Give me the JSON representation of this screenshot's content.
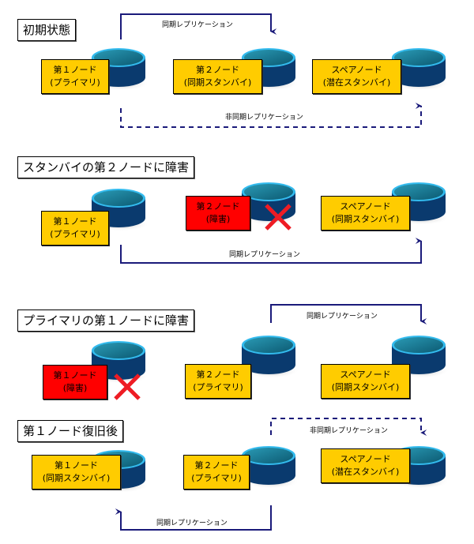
{
  "colors": {
    "node_ok": "#ffcc00",
    "node_fail": "#ff0000",
    "line": "#1a1a7a",
    "disk_body": "#0a3a6e",
    "disk_rim": "#33bbee"
  },
  "scenarios": [
    {
      "title": "初期状態",
      "nodes": [
        {
          "line1": "第１ノード",
          "line2": "(プライマリ)",
          "status": "ok"
        },
        {
          "line1": "第２ノード",
          "line2": "(同期スタンバイ)",
          "status": "ok"
        },
        {
          "line1": "スペアノード",
          "line2": "(潜在スタンバイ)",
          "status": "ok"
        }
      ],
      "replications": [
        {
          "label": "同期レプリケーション",
          "type": "sync",
          "from": "node1",
          "to": "node2"
        },
        {
          "label": "非同期レプリケーション",
          "type": "async",
          "from": "node1",
          "to": "spare"
        }
      ]
    },
    {
      "title": "スタンバイの第２ノードに障害",
      "nodes": [
        {
          "line1": "第１ノード",
          "line2": "(プライマリ)",
          "status": "ok"
        },
        {
          "line1": "第２ノード",
          "line2": "(障害)",
          "status": "failed"
        },
        {
          "line1": "スペアノード",
          "line2": "(同期スタンバイ)",
          "status": "ok"
        }
      ],
      "replications": [
        {
          "label": "同期レプリケーション",
          "type": "sync",
          "from": "node1",
          "to": "spare"
        }
      ]
    },
    {
      "title": "プライマリの第１ノードに障害",
      "nodes": [
        {
          "line1": "第１ノード",
          "line2": "(障害)",
          "status": "failed"
        },
        {
          "line1": "第２ノード",
          "line2": "(プライマリ)",
          "status": "ok"
        },
        {
          "line1": "スペアノード",
          "line2": "(同期スタンバイ)",
          "status": "ok"
        }
      ],
      "replications": [
        {
          "label": "同期レプリケーション",
          "type": "sync",
          "from": "node2",
          "to": "spare"
        }
      ]
    },
    {
      "title": "第１ノード復旧後",
      "nodes": [
        {
          "line1": "第１ノード",
          "line2": "(同期スタンバイ)",
          "status": "ok"
        },
        {
          "line1": "第２ノード",
          "line2": "(プライマリ)",
          "status": "ok"
        },
        {
          "line1": "スペアノード",
          "line2": "(潜在スタンバイ)",
          "status": "ok"
        }
      ],
      "replications": [
        {
          "label": "非同期レプリケーション",
          "type": "async",
          "from": "node2",
          "to": "spare"
        },
        {
          "label": "同期レプリケーション",
          "type": "sync",
          "from": "node2",
          "to": "node1"
        }
      ]
    }
  ]
}
